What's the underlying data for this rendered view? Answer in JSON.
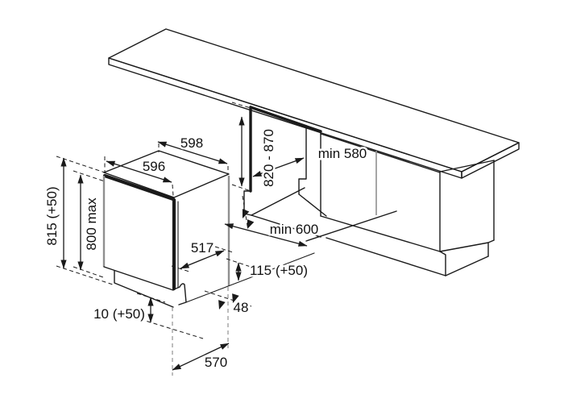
{
  "diagram": {
    "type": "installation-dimension-drawing",
    "scene": "worktop with cabinet run, open niche and built-under appliance in oblique projection",
    "dimensions": {
      "top_width": "598",
      "front_width": "596",
      "niche_height": "820 - 870",
      "niche_depth": "min 580",
      "appliance_height": "815 (+50)",
      "door_height": "800 max",
      "door_depth": "517",
      "niche_width": "min 600",
      "plinth_height": "115 (+50)",
      "base_recess": "48",
      "foot_adjustment": "10 (+50)",
      "base_depth": "570"
    },
    "colors": {
      "line": "#1a1a1a",
      "secondary_line": "#8f8f8f",
      "background": "#ffffff",
      "text": "#111111"
    }
  }
}
